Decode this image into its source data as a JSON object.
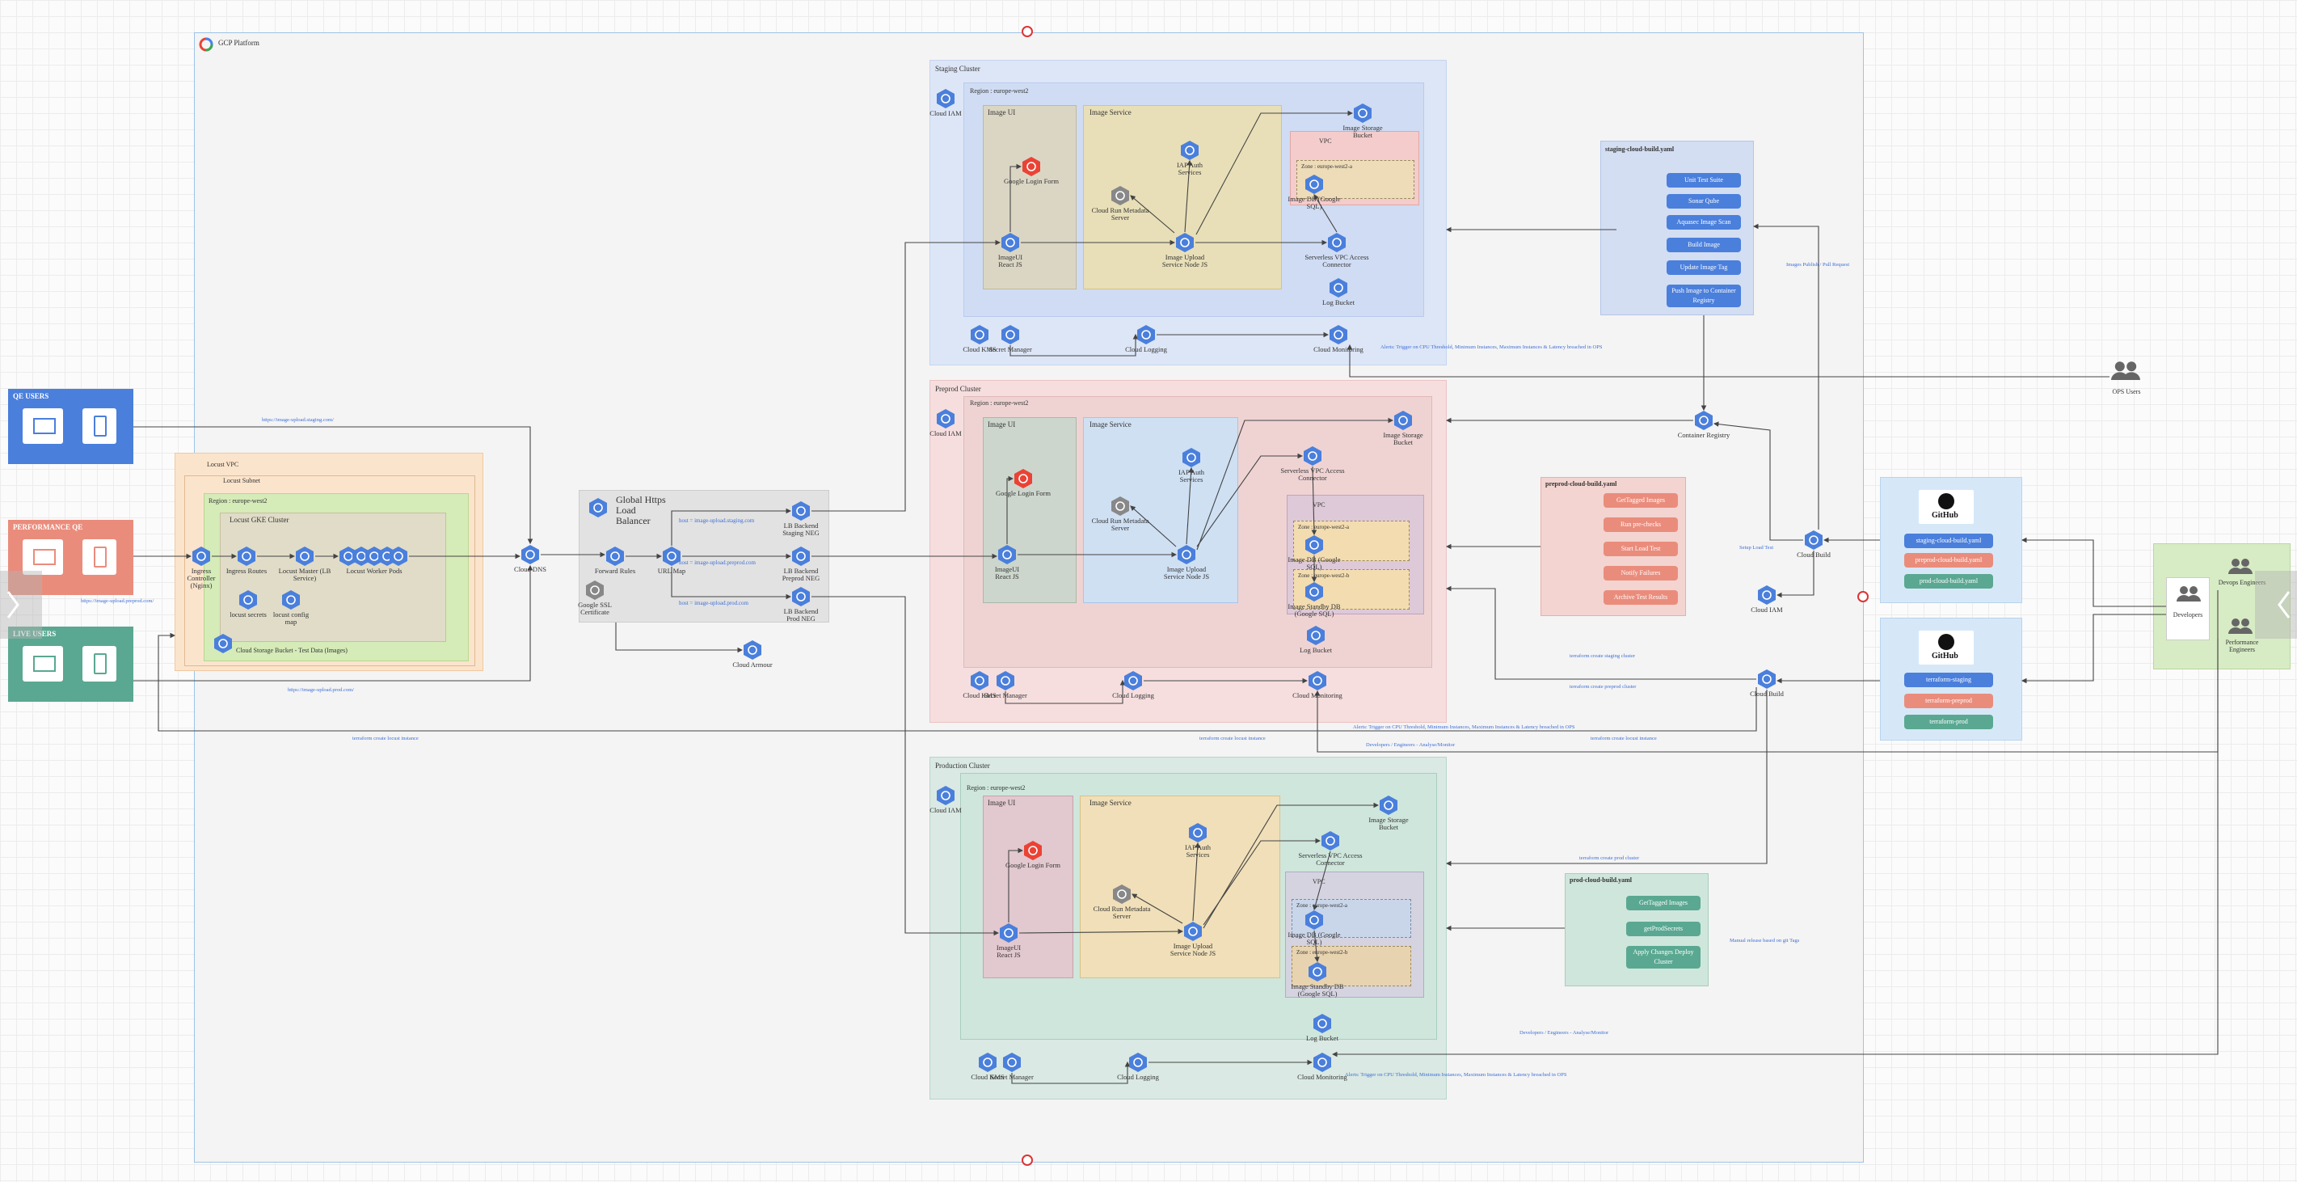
{
  "title": "GCP Platform",
  "colors": {
    "blue": "#4a7fdc",
    "pink": "#ea8c7c",
    "green": "#5aa891",
    "gcp_border": "#9cc3e6"
  },
  "users": {
    "qe": "QE USERS",
    "perf": "PERFORMANCE QE",
    "live": "LIVE USERS"
  },
  "locust": {
    "vpc": "Locust VPC",
    "subnet": "Locust Subnet",
    "region": "Region : europe-west2",
    "cluster": "Locust GKE Cluster",
    "ingress_controller": "Ingress Controller (Nginx)",
    "ingress_routes": "Ingress Routes",
    "locust_master": "Locust Master (LB Service)",
    "locust_workers": "Locust Worker Pods",
    "locust_secrets": "locust secrets",
    "locust_config": "locust config map",
    "bucket": "Cloud Storage Bucket - Test Data (Images)"
  },
  "lb": {
    "title": "Global Https Load Balancer",
    "forward_rules": "Forward Rules",
    "url_map": "URL Map",
    "ssl": "Google SSL Certificate",
    "neg_staging": "LB Backend Staging NEG",
    "neg_preprod": "LB Backend Preprod NEG",
    "neg_prod": "LB Backend Prod NEG",
    "host_staging": "host = image-upload.staging.com",
    "host_preprod": "host = image-upload.preprod.com",
    "host_prod": "host = image-upload.prod.com",
    "cloud_armour": "Cloud Armour",
    "cloud_dns": "Cloud DNS"
  },
  "clusters": {
    "staging": "Staging  Cluster",
    "preprod": "Preprod Cluster",
    "production": "Production Cluster",
    "region": "Region : europe-west2",
    "image_ui": "Image UI",
    "image_service": "Image Service",
    "iap": "IAP Auth Services",
    "gl_form": "Google Login Form",
    "cloud_run_meta": "Cloud Run Metadata Server",
    "image_ui_react": "ImageUI React JS",
    "upload_service": "Image Upload Service Node JS",
    "vpc": "VPC",
    "zone_a": "Zone : europe-west2-a",
    "zone_b": "Zone : europe-west2-b",
    "image_db": "Image DB (Google SQL)",
    "standby_db": "Image Standby DB (Google SQL)",
    "connector": "Serverless VPC Access Connector",
    "storage_bucket": "Image Storage Bucket",
    "log_bucket": "Log Bucket",
    "cloud_iam": "Cloud IAM",
    "cloud_kms": "Cloud KMS",
    "secret_manager": "Secret Manager",
    "cloud_logging": "Cloud Logging",
    "cloud_monitoring": "Cloud Monitoring",
    "alerts": "Alerts: Trigger on CPU Threshold, Minimum Instances, Maximum Instances & Latency breached in OPS"
  },
  "build": {
    "staging_yaml": "staging-cloud-build.yaml",
    "staging_steps": [
      "Unit Test Suite",
      "Sonar Qube",
      "Aquasec Image Scan",
      "Build Image",
      "Update Image Tag",
      "Push Image to Container Registry"
    ],
    "preprod_yaml": "preprod-cloud-build.yaml",
    "preprod_steps": [
      "GetTagged Images",
      "Run pre-checks",
      "Start Load Test",
      "Notify Failures",
      "Archive Test Results"
    ],
    "prod_yaml": "prod-cloud-build.yaml",
    "prod_steps": [
      "GetTagged Images",
      "getProdSecrets",
      "Apply Changes Deploy Cluster"
    ],
    "container_registry": "Container Registry",
    "cloud_build": "Cloud Build",
    "cloud_iam": "Cloud IAM"
  },
  "github": {
    "label": "GitHub",
    "repo1": [
      "staging-cloud-build.yaml",
      "preprod-cloud-build.yaml",
      "prod-cloud-build.yaml"
    ],
    "repo2": [
      "terraform-staging",
      "terraform-preprod",
      "terraform-prod"
    ]
  },
  "people": {
    "ops": "OPS Users",
    "devops": "Devops Engineers",
    "perf_eng": "Performance Engineers",
    "developers": "Developers"
  },
  "edges": {
    "staging_url": "https://image-upload.staging.com/",
    "preprod_url": "https://image-upload.preprod.com/",
    "prod_url": "https://image-upload.prod.com/",
    "tf_locust": "terraform create locust instance",
    "tf_staging": "terraform create staging cluster",
    "tf_preprod": "terraform create preprod cluster",
    "tf_prod": "terraform create prod cluster",
    "devops_monitor": "Developers / Engineers - Analyse/Monitor",
    "trigger_load": "Setup Load Test",
    "image_push": "Images Publish / Pull Request",
    "manual_release": "Manual release based on git Tags"
  }
}
